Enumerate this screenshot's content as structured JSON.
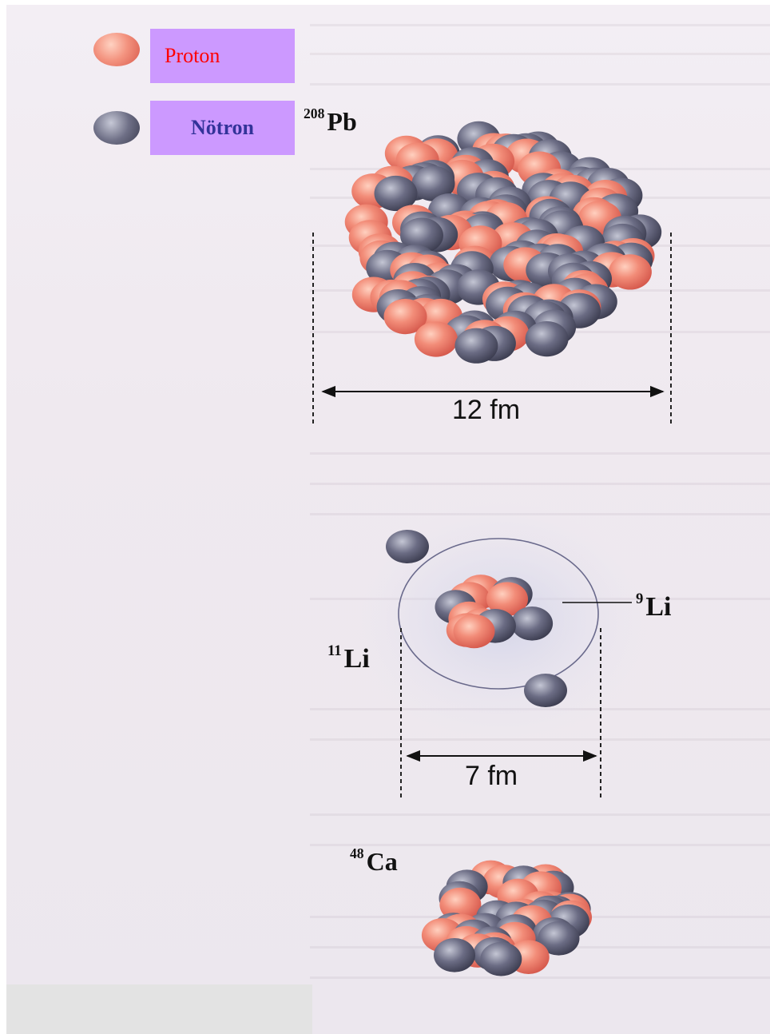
{
  "legend": {
    "proton_label": "Proton",
    "neutron_label": "Nötron",
    "proton_color": "#f08a78",
    "neutron_color": "#5e5f78",
    "legend_box_color": "#cc99ff"
  },
  "nuclei": {
    "pb": {
      "mass_number": "208",
      "symbol": "Pb",
      "scale_label": "12 fm"
    },
    "li11": {
      "mass_number": "11",
      "symbol": "Li",
      "scale_label": "7 fm"
    },
    "li9": {
      "mass_number": "9",
      "symbol": "Li"
    },
    "ca": {
      "mass_number": "48",
      "symbol": "Ca"
    }
  }
}
